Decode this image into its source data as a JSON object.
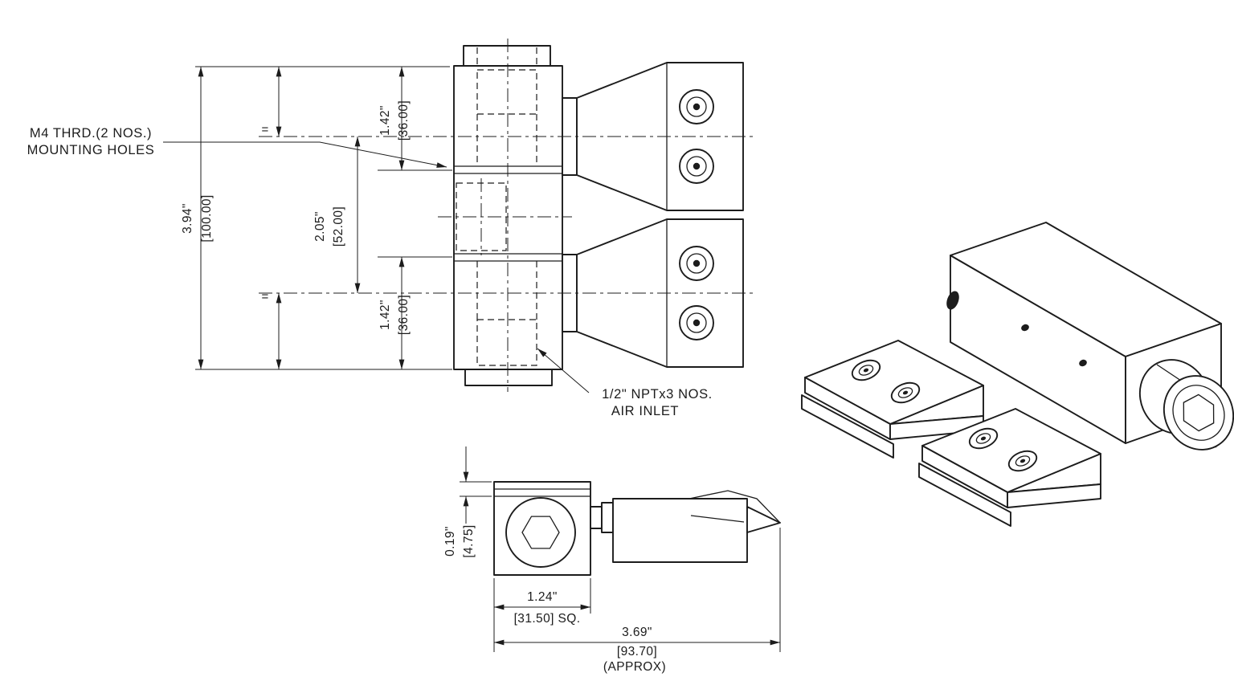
{
  "colors": {
    "line_color": "#1c1c1c",
    "background": "#ffffff"
  },
  "front_view": {
    "mounting_holes_note_line1": "M4 THRD.(2 NOS.)",
    "mounting_holes_note_line2": "MOUNTING HOLES",
    "air_inlet_note_line1": "1/2\" NPTx3 NOS.",
    "air_inlet_note_line2": "AIR INLET",
    "dim_overall_height_in": "3.94\"",
    "dim_overall_height_mm": "[100.00]",
    "dim_top_spacing_in": "1.42\"",
    "dim_top_spacing_mm": "[36.00]",
    "dim_center_spacing_in": "2.05\"",
    "dim_center_spacing_mm": "[52.00]",
    "dim_bottom_spacing_in": "1.42\"",
    "dim_bottom_spacing_mm": "[36.00]",
    "equal_mark": "="
  },
  "side_view": {
    "dim_plate_thickness_in": "0.19\"",
    "dim_plate_thickness_mm": "[4.75]",
    "dim_body_square_in": "1.24\"",
    "dim_body_square_mm": "[31.50] SQ.",
    "dim_overall_length_in": "3.69\"",
    "dim_overall_length_mm": "[93.70]",
    "dim_overall_length_note": "(APPROX)"
  }
}
